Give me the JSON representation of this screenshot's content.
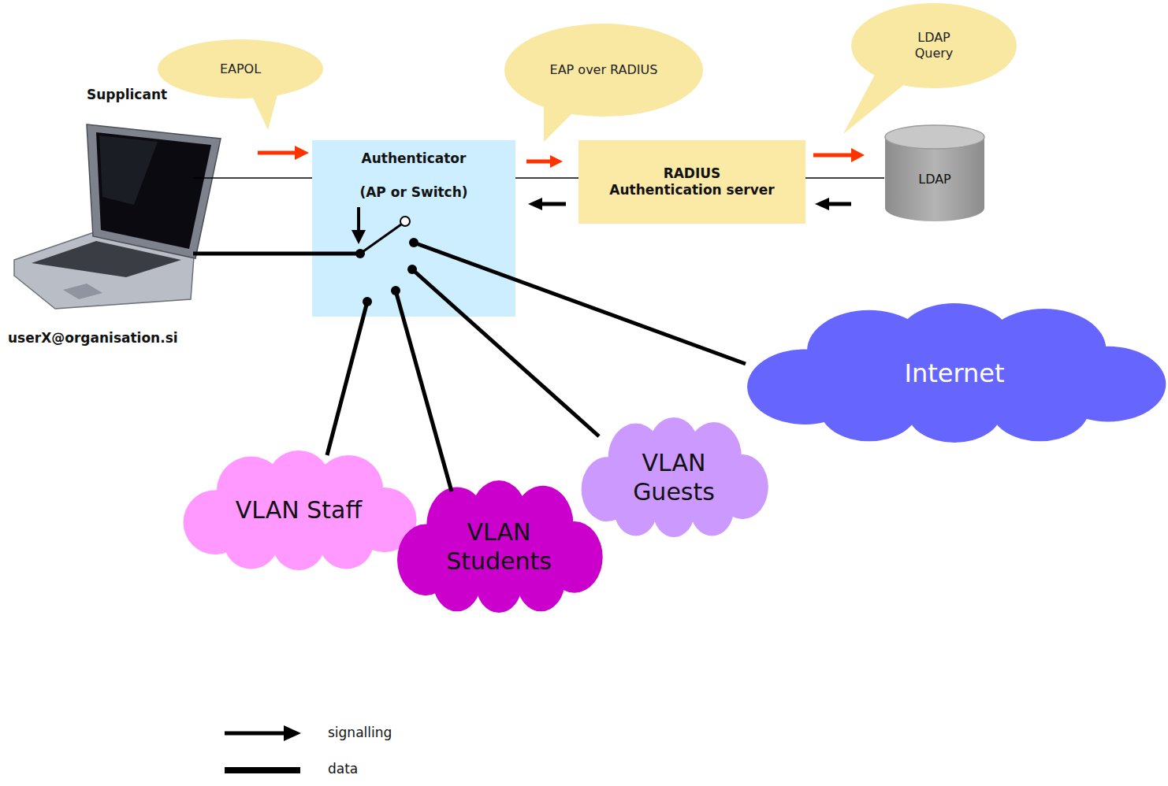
{
  "diagram": {
    "nodes": [
      {
        "text": [
          "EAPOL"
        ]
      },
      {
        "text": [
          "EAP over RADIUS"
        ]
      },
      {
        "text": [
          "LDAP Query"
        ]
      },
      {
        "text": [
          "Supplicant",
          "userX@organisation.si"
        ]
      },
      {
        "text": [
          "Authenticator",
          "(AP or Switch)"
        ]
      },
      {
        "text": [
          "RADIUS Authentication server"
        ]
      },
      {
        "text": [
          "LDAP"
        ]
      },
      {
        "text": [
          "Internet"
        ]
      },
      {
        "text": [
          "VLAN Guests"
        ]
      },
      {
        "text": [
          "VLAN Staff"
        ]
      },
      {
        "text": [
          "VLAN Students"
        ]
      }
    ],
    "edges": [
      {
        "from": 3,
        "to": 4,
        "arrow": "none"
      },
      {
        "from": 3,
        "to": 4,
        "arrow": "none"
      },
      {
        "from": 4,
        "to": 5,
        "arrow": "none"
      },
      {
        "from": 5,
        "to": 6,
        "arrow": "none"
      },
      {
        "from": 4,
        "to": 7,
        "arrow": "none"
      },
      {
        "from": 4,
        "to": 8,
        "arrow": "none"
      },
      {
        "from": 4,
        "to": 10,
        "arrow": "none"
      },
      {
        "from": 4,
        "to": 9,
        "arrow": "none"
      }
    ],
    "legend": [
      {
        "text": "signalling"
      },
      {
        "text": "data"
      }
    ]
  }
}
